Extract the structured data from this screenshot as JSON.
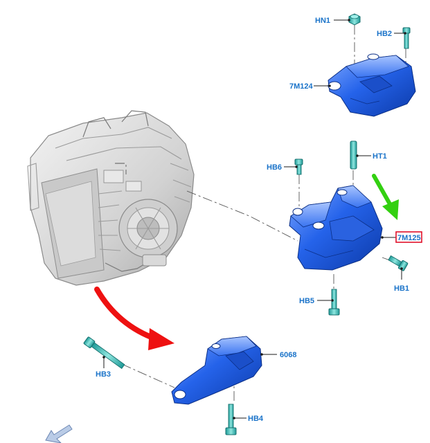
{
  "diagram": {
    "parts": {
      "hn1": "HN1",
      "hb2": "HB2",
      "m124": "7M124",
      "ht1": "HT1",
      "hb6": "HB6",
      "m125": "7M125",
      "hb1": "HB1",
      "hb5": "HB5",
      "p6068": "6068",
      "hb3": "HB3",
      "hb4": "HB4"
    },
    "colors": {
      "part_blue": "#1f5fe6",
      "part_light": "#6f9dff",
      "part_dark": "#0d3aa6",
      "fastener_teal": "#2fb3b0",
      "fastener_light": "#7fe0da",
      "label_blue": "#1a73c9",
      "highlight_box": "#e0102a",
      "arrow_red": "#ee1111",
      "arrow_green": "#33d011",
      "transaxle_gray": "#d7d7d7",
      "nav_arrow": "#b9cbe6"
    },
    "icons": {
      "red_arrow": "curved-arrow-icon",
      "green_arrow": "arrow-down-right-icon",
      "nav_arrow": "arrow-down-left-icon"
    }
  }
}
